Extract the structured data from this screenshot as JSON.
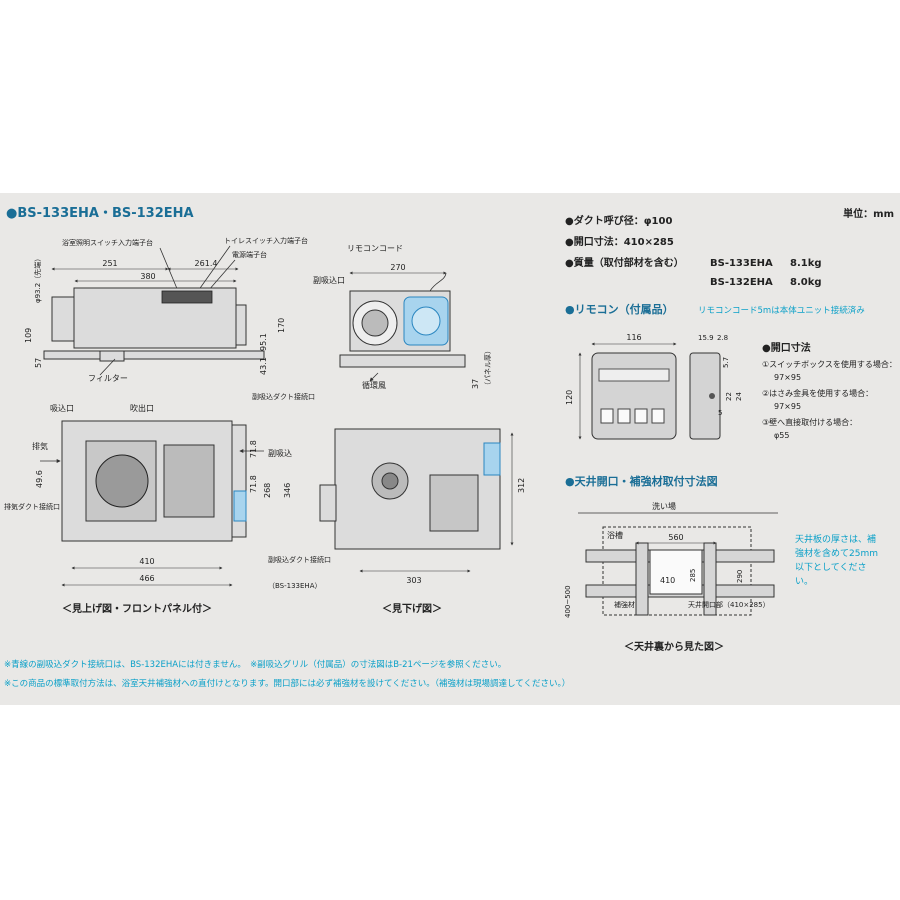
{
  "title": "●BS-133EHA・BS-132EHA",
  "unit": "単位：mm",
  "specs": {
    "duct": "●ダクト呼び径：φ100",
    "opening": "●開口寸法：410×285",
    "mass_label": "●質量（取付部材を含む）",
    "model1": "BS-133EHA",
    "mass1": "8.1kg",
    "model2": "BS-132EHA",
    "mass2": "8.0kg"
  },
  "remote": {
    "heading": "●リモコン（付属品）",
    "note": "リモコンコード5mは本体ユニット接続済み",
    "dims": {
      "w": "116",
      "h": "120",
      "d1": "15.9",
      "d2": "2.8",
      "d3": "5.7",
      "d4": "22",
      "d5": "24",
      "d6": "5"
    },
    "opening_title": "●開口寸法",
    "items": [
      "①スイッチボックスを使用する場合：",
      "97×95",
      "②はさみ金具を使用する場合：",
      "97×95",
      "③壁へ直接取付ける場合：",
      "φ55"
    ]
  },
  "ceiling": {
    "heading": "●天井開口・補強材取付寸法図",
    "washroom": "洗い場",
    "bathtub": "浴槽",
    "d560": "560",
    "d410": "410",
    "d285": "285",
    "d290": "290",
    "range": "400~500",
    "reinforce": "補強材",
    "opening": "天井開口部（410×285）",
    "caption": "＜天井裏から見た図＞",
    "note": "天井板の厚さは、補強材を含めて25mm以下としてください。"
  },
  "side_view": {
    "labels": {
      "bath_switch": "浴室照明スイッチ入力端子台",
      "toilet_switch": "トイレスイッチ入力端子台",
      "power": "電源端子台",
      "filter": "フィルター",
      "duct_dia": "φ93.2（先端）"
    },
    "dims": {
      "d251": "251",
      "d380": "380",
      "d261": "261.4",
      "d109": "109",
      "d170": "170",
      "d95": "95.1",
      "d57": "57",
      "d43": "43.1"
    }
  },
  "front_view": {
    "labels": {
      "remote_cord": "リモコンコード",
      "sub_intake": "副吸込口",
      "circulation": "循環風",
      "panel_thick": "（パネル厚）"
    },
    "dims": {
      "d270": "270",
      "d37": "37"
    }
  },
  "bottom_view": {
    "labels": {
      "intake": "吸込口",
      "outlet": "吹出口",
      "sub_duct": "副吸込ダクト接続口",
      "exhaust": "排気",
      "exhaust_duct": "排気ダクト接続口",
      "sub_intake": "副吸込",
      "sub_duct2": "副吸込ダクト接続口",
      "model": "（BS-133EHA）"
    },
    "dims": {
      "d49": "49.6",
      "d71a": "71.8",
      "d71b": "71.8",
      "d268": "268",
      "d346": "346",
      "d410": "410",
      "d466": "466"
    },
    "caption": "＜見上げ図・フロントパネル付＞"
  },
  "top_view": {
    "dims": {
      "d303": "303",
      "d312": "312"
    },
    "caption": "＜見下げ図＞"
  },
  "notes": [
    "※青線の副吸込ダクト接続口は、BS-132EHAには付きません。　※副吸込グリル（付属品）の寸法図はB-21ページを参照ください。",
    "※この商品の標準取付方法は、浴室天井補強材への直付けとなります。開口部には必ず補強材を設けてください。（補強材は現場調達してください。）"
  ]
}
